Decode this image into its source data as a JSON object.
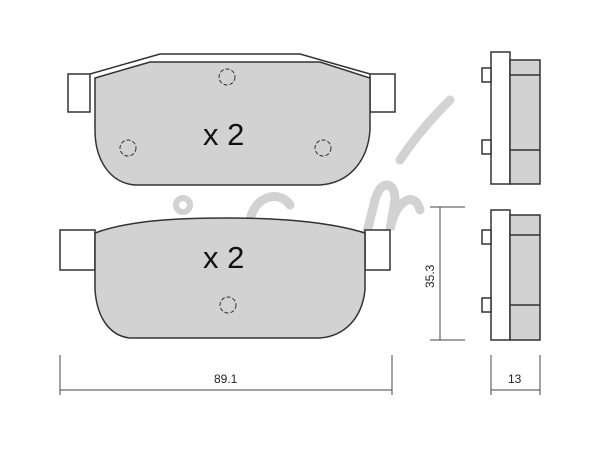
{
  "colors": {
    "pad_fill": "#d2d2d2",
    "outline": "#333333",
    "dimension_line": "#444444",
    "watermark": "#c8c8c8",
    "background": "#ffffff"
  },
  "watermark": {
    "text": "cifam"
  },
  "pads": [
    {
      "quantity_label": "x 2"
    },
    {
      "quantity_label": "x 2"
    }
  ],
  "dimensions": {
    "width": "89.1",
    "height": "35.3",
    "thickness": "13"
  },
  "icons": [
    "circle-hole-icon"
  ]
}
